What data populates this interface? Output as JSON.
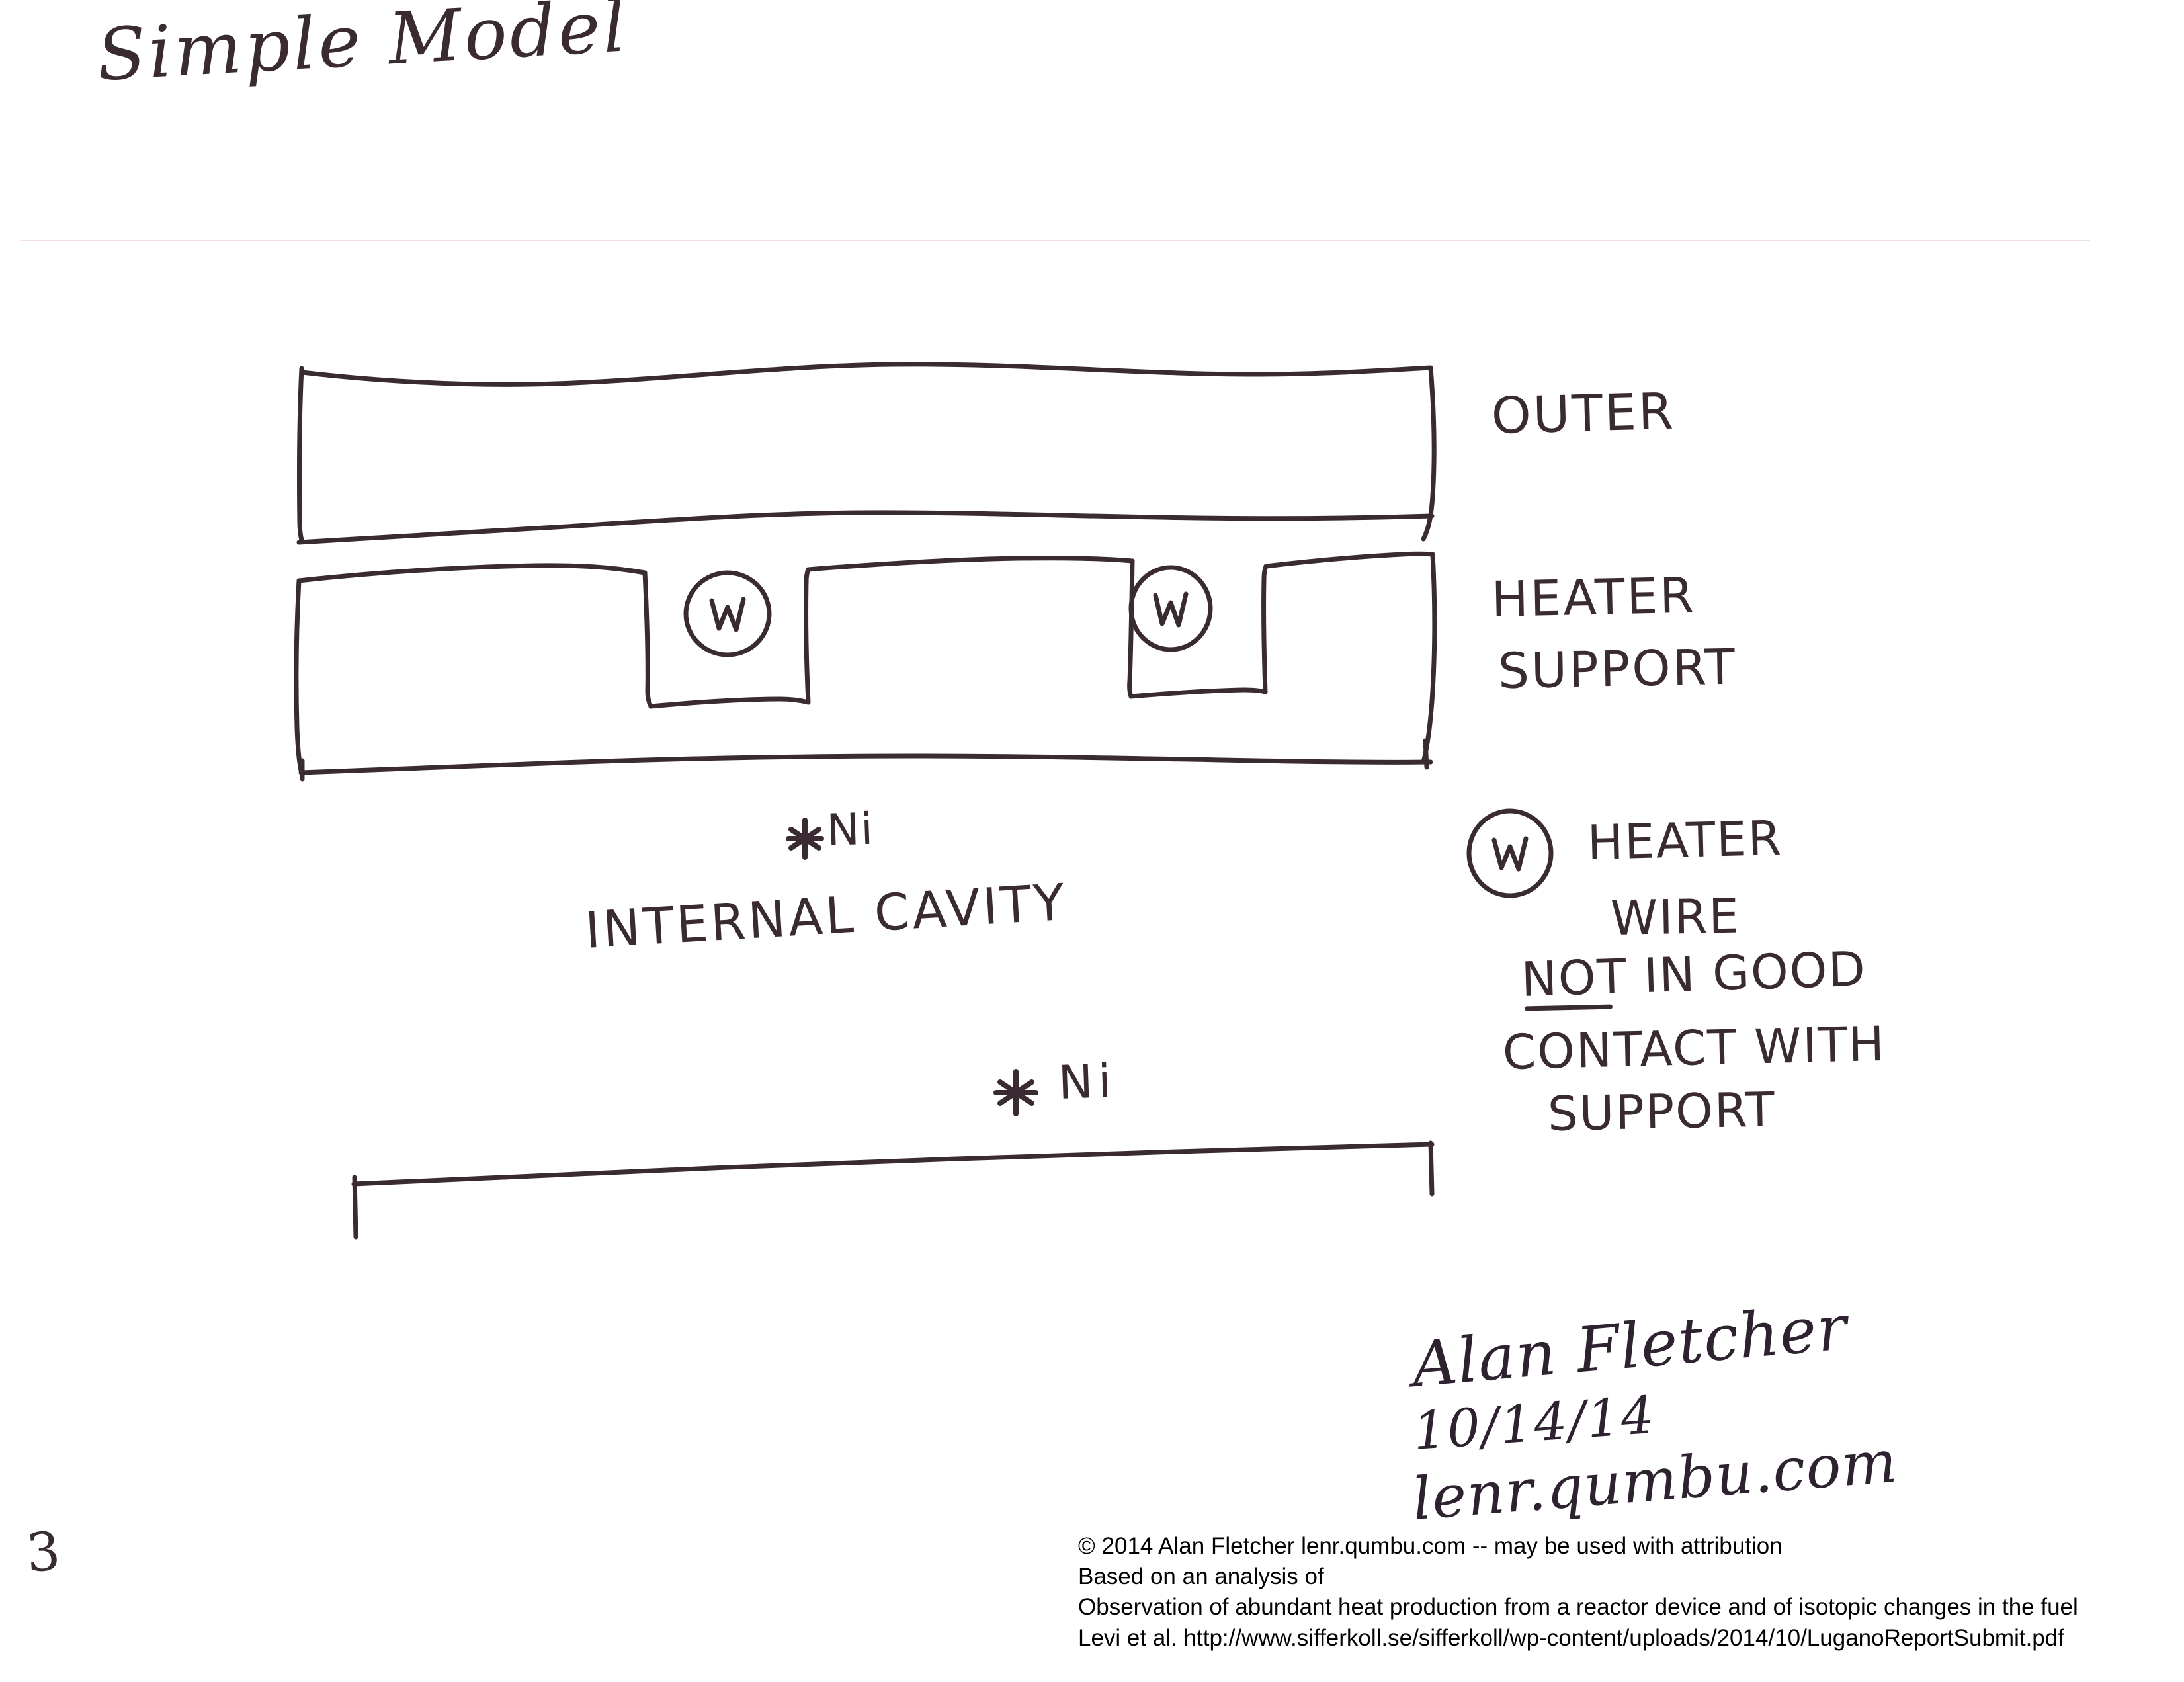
{
  "title": "Simple Model",
  "page_number": "3",
  "ink_color": "#3a2b33",
  "rule_color": "#f0d8e4",
  "diagram": {
    "outer_band_label": "OUTER",
    "heater_support_label_line1": "HEATER",
    "heater_support_label_line2": "SUPPORT",
    "heater_wire_symbol": "W",
    "cavity_label": "INTERNAL CAVITY",
    "ni_label_top": "*Ni",
    "ni_label_bottom": "* Ni",
    "heater_wire_marks": [
      "W",
      "W"
    ]
  },
  "legend": {
    "symbol": "W",
    "line1": "HEATER",
    "line2": "WIRE",
    "line3_prefix": "NOT",
    "line3_rest": " IN GOOD",
    "line4": "CONTACT WITH",
    "line5": "SUPPORT"
  },
  "signature": {
    "name": "Alan Fletcher",
    "date": "10/14/14",
    "site": "lenr.qumbu.com"
  },
  "footer": {
    "line1": "© 2014 Alan Fletcher lenr.qumbu.com  -- may be used with attribution",
    "line2": "Based on an analysis of",
    "line3": "Observation of abundant heat production from a reactor device and of isotopic changes in the fuel",
    "line4": "Levi et al. http://www.sifferkoll.se/sifferkoll/wp-content/uploads/2014/10/LuganoReportSubmit.pdf"
  }
}
